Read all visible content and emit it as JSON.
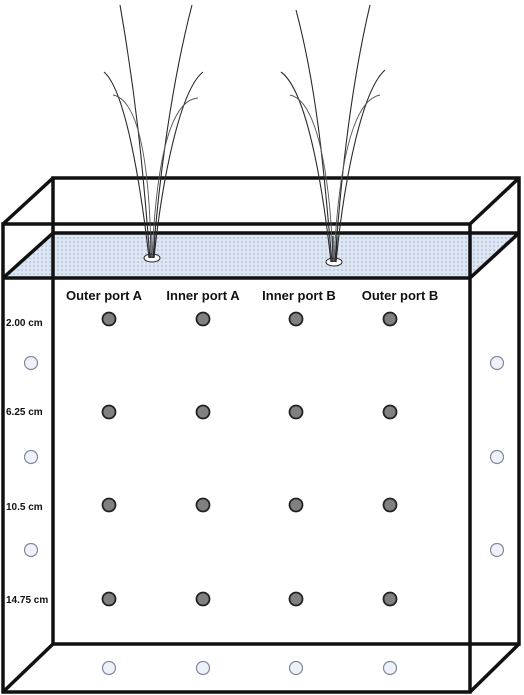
{
  "column_labels": [
    "Outer port A",
    "Inner port A",
    "Inner port B",
    "Outer port B"
  ],
  "depth_labels": [
    "2.00 cm",
    "6.25 cm",
    "10.5 cm",
    "14.75 cm"
  ],
  "plants": [
    "plant A",
    "plant B"
  ],
  "colors": {
    "frame": "#111111",
    "water": "#dde6f2",
    "port_fill": "#808080",
    "side_port_fill": "#eef2f8"
  }
}
